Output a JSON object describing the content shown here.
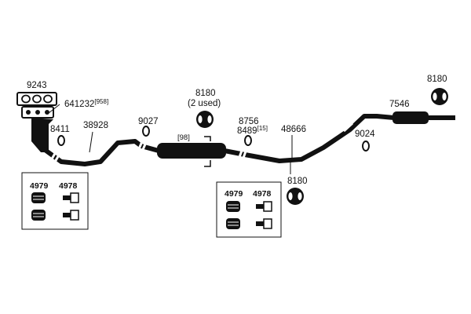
{
  "labels": {
    "manifold": "9243",
    "manifold_gasket": "641232",
    "manifold_gasket_sup": "[958]",
    "flange_gasket_1": "8411",
    "front_pipe": "38928",
    "gasket_9027": "9027",
    "resonator_ref": "[98]",
    "hanger_top": "8180",
    "hanger_top_note": "(2 used)",
    "gasket_8756": "8756",
    "bolt_8489": "8489",
    "bolt_8489_sup": "[15]",
    "tail_pipe": "48666",
    "gasket_9024": "9024",
    "muffler": "7546",
    "hanger_right": "8180",
    "hanger_bottom": "8180"
  },
  "hardware_box_left": {
    "col1": "4979",
    "col2": "4978"
  },
  "hardware_box_right": {
    "col1": "4979",
    "col2": "4978"
  },
  "icons": [
    "exhaust-manifold-icon",
    "rubber-hanger-icon",
    "gasket-ring-icon",
    "spring-icon",
    "bolt-icon",
    "muffler-icon",
    "resonator-icon"
  ],
  "colors": {
    "line": "#111111",
    "background": "#ffffff"
  }
}
